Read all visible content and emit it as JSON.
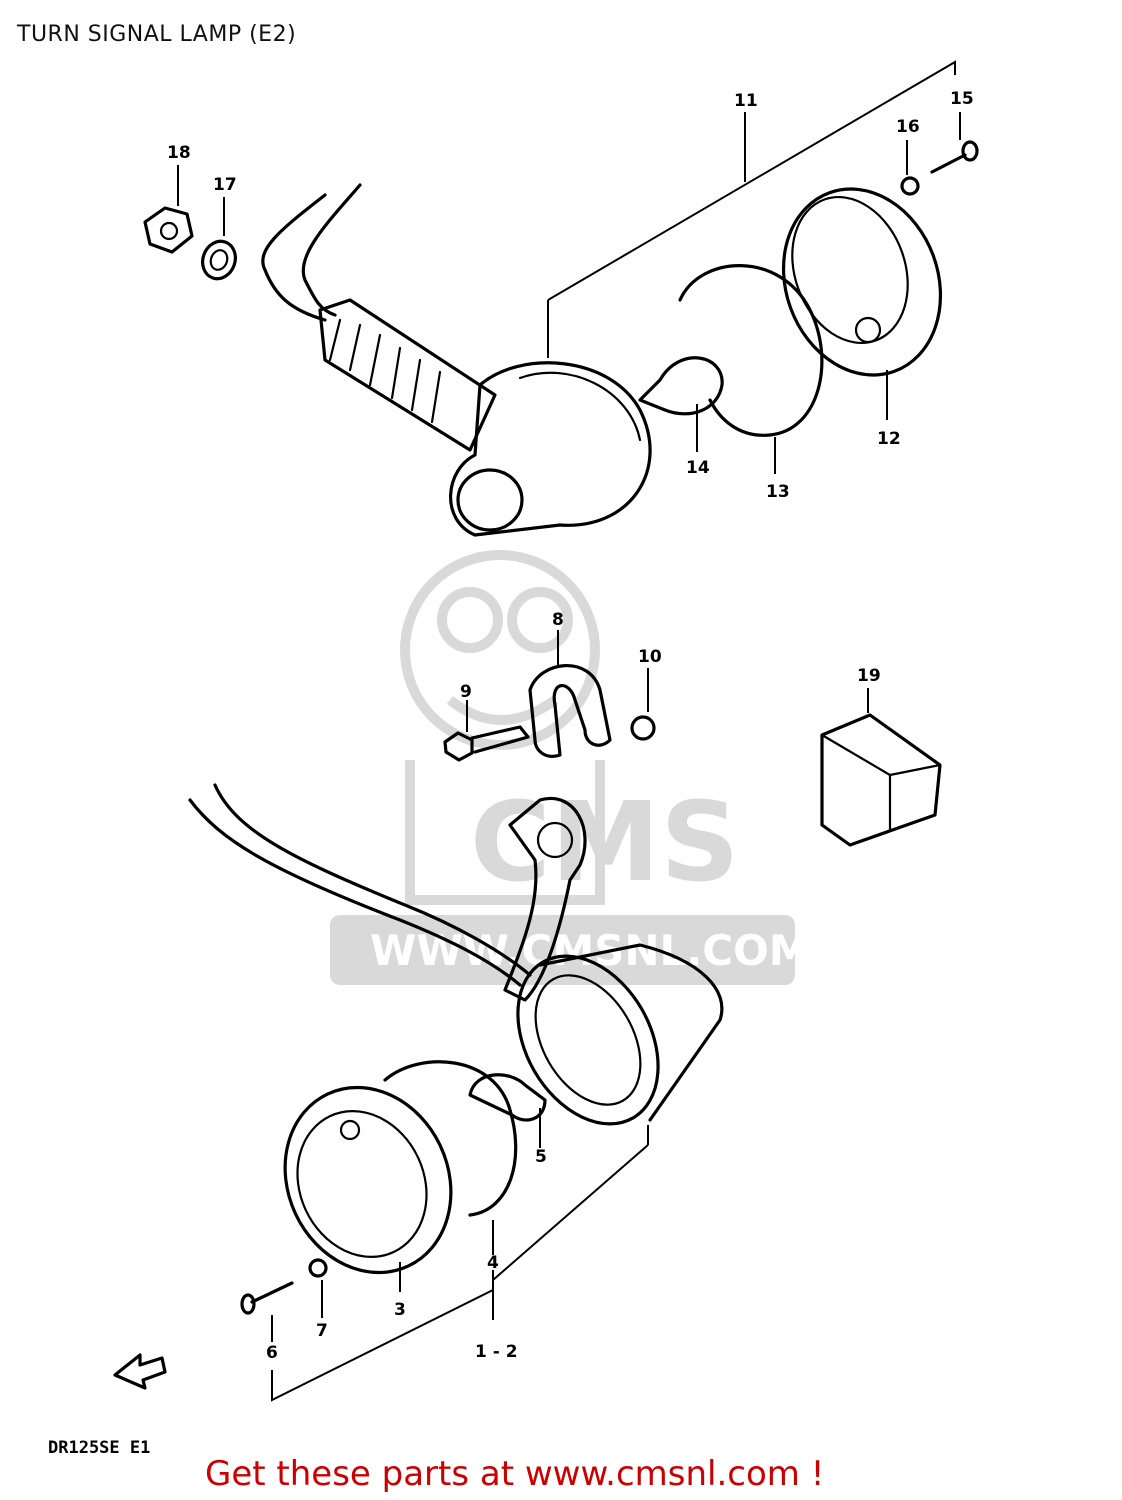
{
  "title": "TURN SIGNAL LAMP (E2)",
  "callouts": [
    "1 - 2",
    "3",
    "4",
    "5",
    "6",
    "7",
    "8",
    "9",
    "10",
    "11",
    "12",
    "13",
    "14",
    "15",
    "16",
    "17",
    "18",
    "19"
  ],
  "drawing_code": "DR125SE E1",
  "cta_text": "Get these parts at www.cmsnl.com !",
  "watermark": {
    "text": "CMS",
    "url": "WWW.CMSNL.COM"
  },
  "colors": {
    "cta": "#cc0000",
    "watermark": "#d9d9d9",
    "ink": "#000000"
  }
}
